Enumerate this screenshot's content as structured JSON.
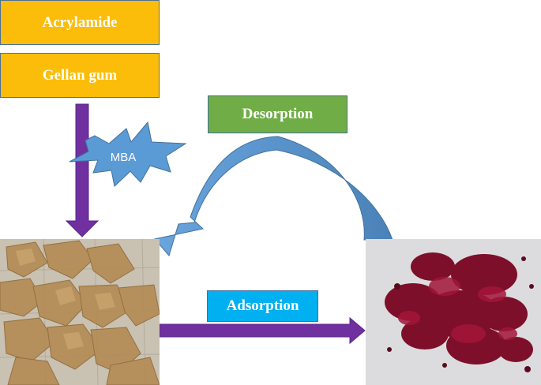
{
  "nodes": {
    "acrylamide": "Acrylamide",
    "gellan_gum": "Gellan gum",
    "mba": "MBA",
    "desorption": "Desorption",
    "adsorption": "Adsorption"
  },
  "colors": {
    "monomer_box": "#fbbd09",
    "desorption_box": "#71ad47",
    "adsorption_box": "#00b0f0",
    "burst": "#5b9bd5",
    "arrow_purple": "#7030a0",
    "arc_arrow": "#5b9bd5"
  },
  "images": {
    "left": "dry-hydrogel-photo",
    "right": "dye-loaded-hydrogel-photo"
  }
}
